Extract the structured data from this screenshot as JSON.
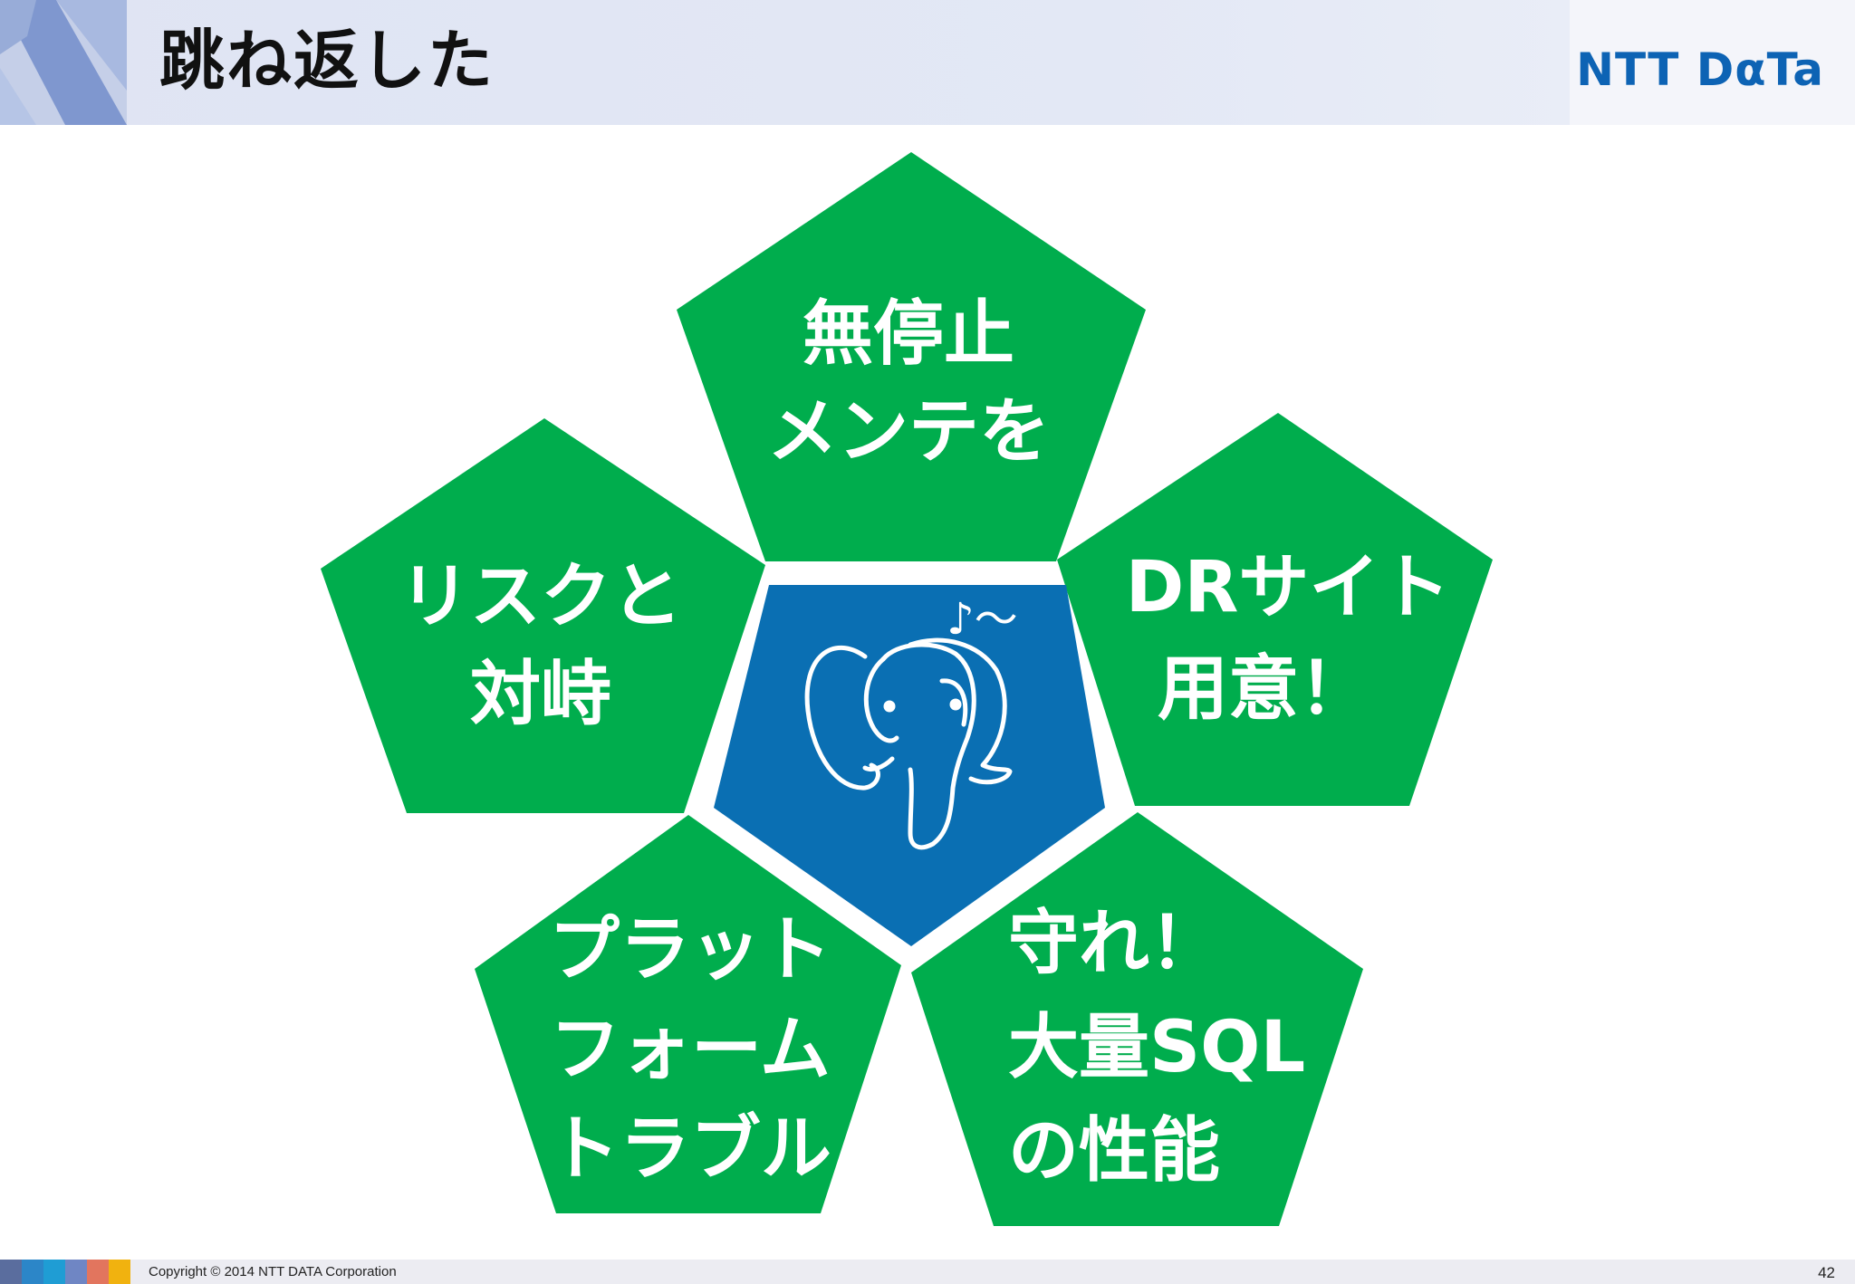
{
  "header": {
    "title": "跳ね返した",
    "logo": "NTT DαTa"
  },
  "pentagons": {
    "top": {
      "lines": [
        "無停止",
        "メンテを"
      ]
    },
    "left": {
      "lines": [
        "リスクと",
        "対峙"
      ]
    },
    "right": {
      "lines": [
        "DRサイト",
        "用意！"
      ]
    },
    "bottom_left": {
      "lines": [
        "プラット",
        "フォーム",
        "トラブル"
      ]
    },
    "bottom_right": {
      "lines": [
        "守れ！",
        "大量SQL",
        "の性能"
      ]
    },
    "center": {
      "note": "♪～",
      "icon": "postgresql-elephant-icon"
    }
  },
  "colors": {
    "pentagon_green": "#00ad4d",
    "center_blue": "#0a6fb3",
    "logo_blue": "#0d63b4"
  },
  "footer": {
    "copyright": "Copyright © 2014 NTT DATA Corporation",
    "page_number": "42",
    "bar_colors": [
      "#5a6d9e",
      "#2c86c8",
      "#1f9dd4",
      "#6f86c4",
      "#e2755e",
      "#f1b20f"
    ]
  }
}
